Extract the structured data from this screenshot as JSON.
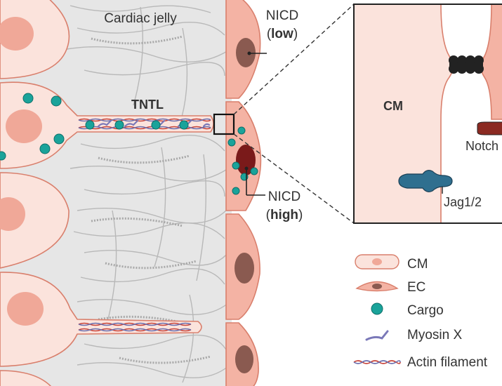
{
  "labels": {
    "cardiac_jelly": "Cardiac jelly",
    "nicd": "NICD",
    "low": "low",
    "high": "high",
    "tntl": "TNTL",
    "cm": "CM",
    "notch": "Notch",
    "jag": "Jag1/2",
    "open_paren": "(",
    "close_paren": ")"
  },
  "legend": [
    {
      "key": "cm",
      "label": "CM"
    },
    {
      "key": "ec",
      "label": "EC"
    },
    {
      "key": "cargo",
      "label": "Cargo"
    },
    {
      "key": "myosin",
      "label": "Myosin X"
    },
    {
      "key": "actin",
      "label": "Actin filament"
    }
  ],
  "colors": {
    "cm_fill": "#fbe3dc",
    "cm_nucleus": "#f0a898",
    "cell_stroke": "#d97f6c",
    "ec_fill": "#f4b3a4",
    "ec_nucleus_low": "#8a5a50",
    "ec_nucleus_high": "#7a1a1a",
    "cargo": "#1aa39a",
    "myosin": "#7a78b8",
    "actin_red": "#c8453b",
    "actin_blue": "#6b6fae",
    "notch": "#8b2a22",
    "jag": "#2f6f8f",
    "receptor_dark": "#222222",
    "jelly": "#e6e6e6",
    "fiber": "#b8b8b8"
  }
}
